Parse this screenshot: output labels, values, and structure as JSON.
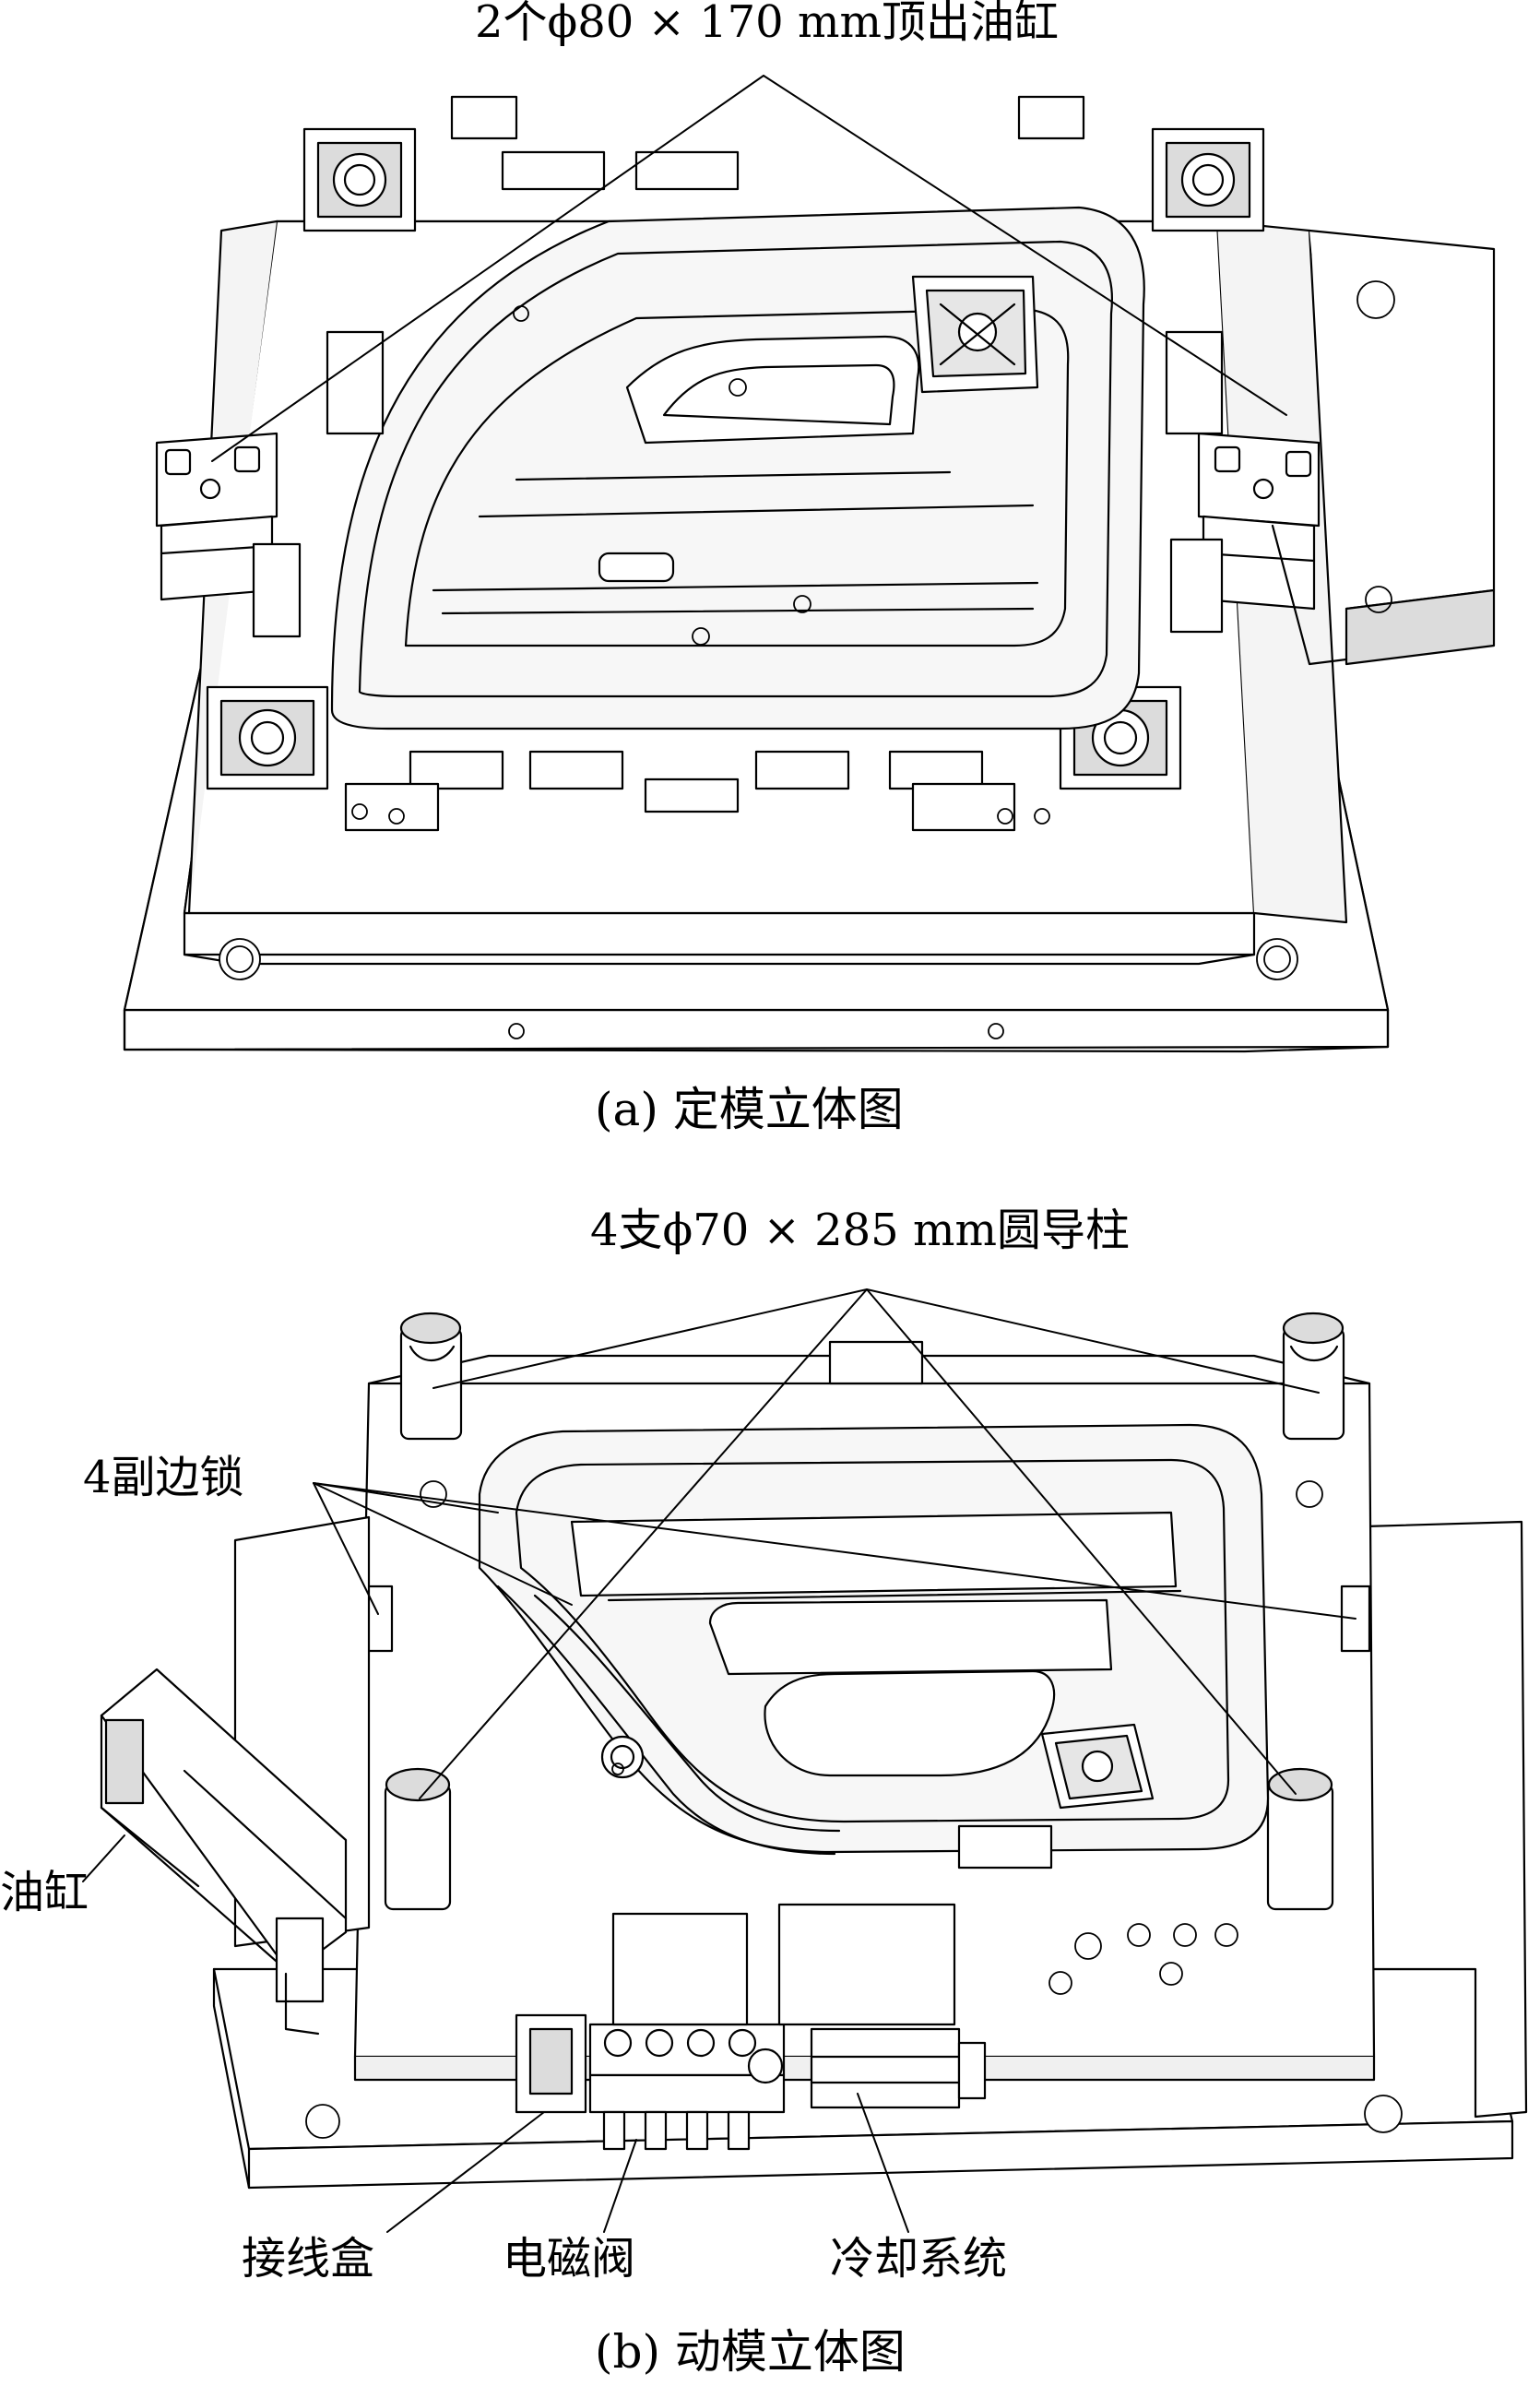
{
  "panel_a": {
    "callout": "2个ϕ80 × 170 mm顶出油缸",
    "caption": "(a) 定模立体图"
  },
  "panel_b": {
    "callout_guide": "4支ϕ70 × 285 mm圆导柱",
    "callout_lock": "4副边锁",
    "callout_cylinder": "油缸",
    "callout_junction": "接线盒",
    "callout_valve": "电磁阀",
    "callout_cooling": "冷却系统",
    "caption": "(b) 动模立体图"
  },
  "colors": {
    "line": "#000000",
    "fill": "#ffffff",
    "shade": "#dcdcdc",
    "shade_dark": "#bdbdbd"
  }
}
